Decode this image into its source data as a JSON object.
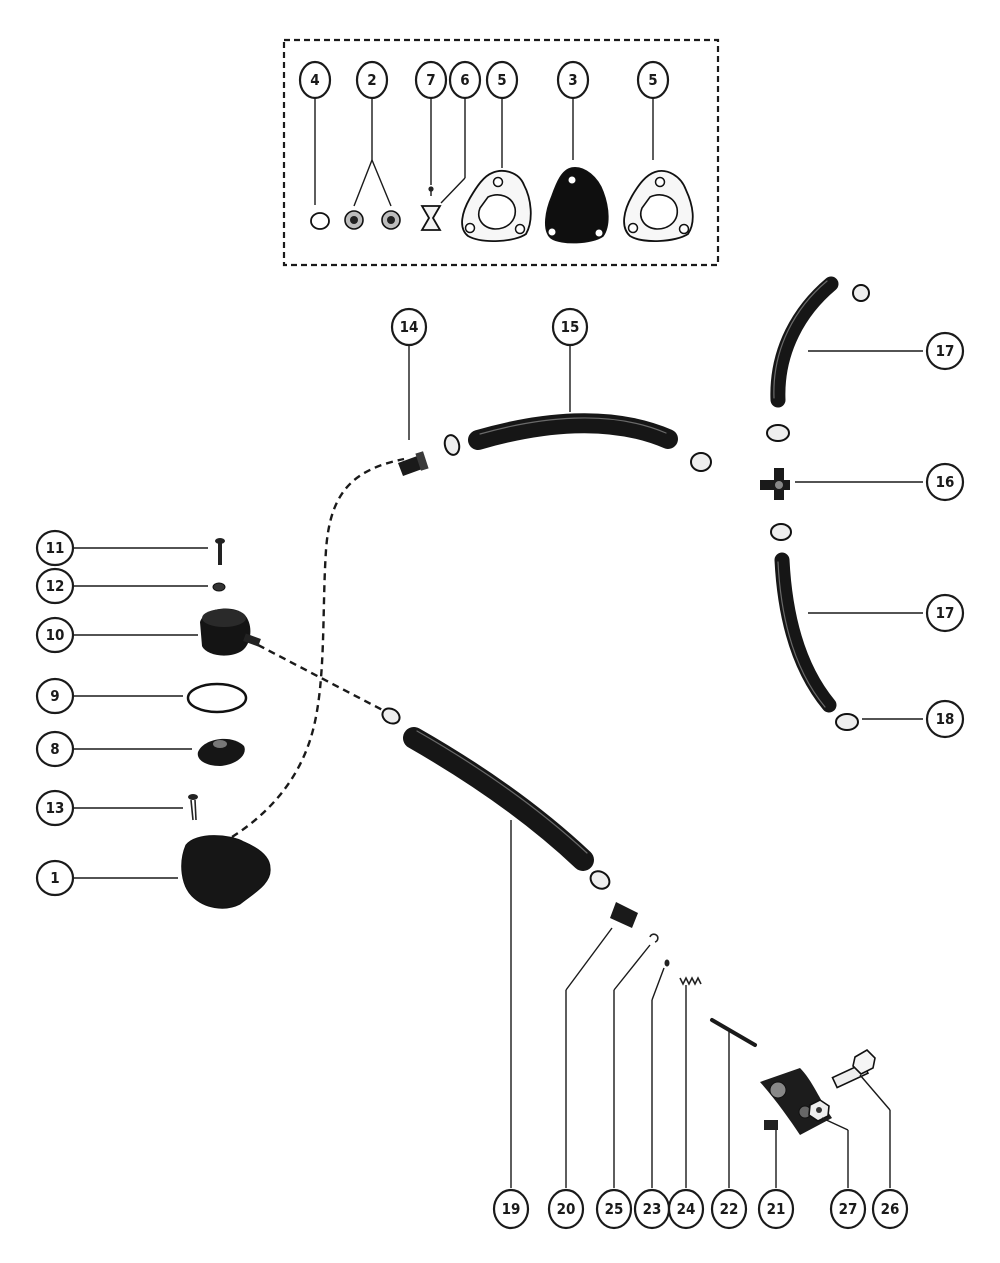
{
  "callouts": [
    {
      "id": "c4",
      "label": "4"
    },
    {
      "id": "c2",
      "label": "2"
    },
    {
      "id": "c7",
      "label": "7"
    },
    {
      "id": "c6",
      "label": "6"
    },
    {
      "id": "c5a",
      "label": "5"
    },
    {
      "id": "c3",
      "label": "3"
    },
    {
      "id": "c5b",
      "label": "5"
    },
    {
      "id": "c14",
      "label": "14"
    },
    {
      "id": "c15",
      "label": "15"
    },
    {
      "id": "c17a",
      "label": "17"
    },
    {
      "id": "c16",
      "label": "16"
    },
    {
      "id": "c17b",
      "label": "17"
    },
    {
      "id": "c18",
      "label": "18"
    },
    {
      "id": "c11",
      "label": "11"
    },
    {
      "id": "c12",
      "label": "12"
    },
    {
      "id": "c10",
      "label": "10"
    },
    {
      "id": "c9",
      "label": "9"
    },
    {
      "id": "c8",
      "label": "8"
    },
    {
      "id": "c13",
      "label": "13"
    },
    {
      "id": "c1",
      "label": "1"
    },
    {
      "id": "c19",
      "label": "19"
    },
    {
      "id": "c20",
      "label": "20"
    },
    {
      "id": "c25",
      "label": "25"
    },
    {
      "id": "c23",
      "label": "23"
    },
    {
      "id": "c24",
      "label": "24"
    },
    {
      "id": "c22",
      "label": "22"
    },
    {
      "id": "c21",
      "label": "21"
    },
    {
      "id": "c27",
      "label": "27"
    },
    {
      "id": "c26",
      "label": "26"
    }
  ]
}
